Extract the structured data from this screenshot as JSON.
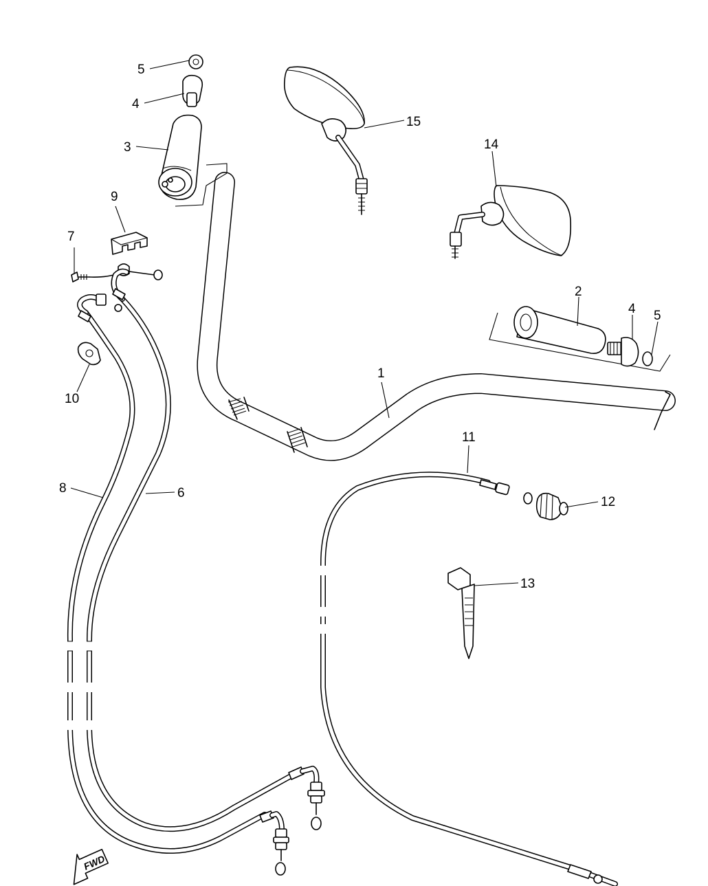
{
  "diagram": {
    "callouts": [
      {
        "id": "c1",
        "text": "1"
      },
      {
        "id": "c2",
        "text": "2"
      },
      {
        "id": "c3",
        "text": "3"
      },
      {
        "id": "c4a",
        "text": "4"
      },
      {
        "id": "c4b",
        "text": "4"
      },
      {
        "id": "c5a",
        "text": "5"
      },
      {
        "id": "c5b",
        "text": "5"
      },
      {
        "id": "c6",
        "text": "6"
      },
      {
        "id": "c7",
        "text": "7"
      },
      {
        "id": "c8",
        "text": "8"
      },
      {
        "id": "c9",
        "text": "9"
      },
      {
        "id": "c10",
        "text": "10"
      },
      {
        "id": "c11",
        "text": "11"
      },
      {
        "id": "c12",
        "text": "12"
      },
      {
        "id": "c13",
        "text": "13"
      },
      {
        "id": "c14",
        "text": "14"
      },
      {
        "id": "c15",
        "text": "15"
      }
    ],
    "fwd_badge": "FWD"
  }
}
